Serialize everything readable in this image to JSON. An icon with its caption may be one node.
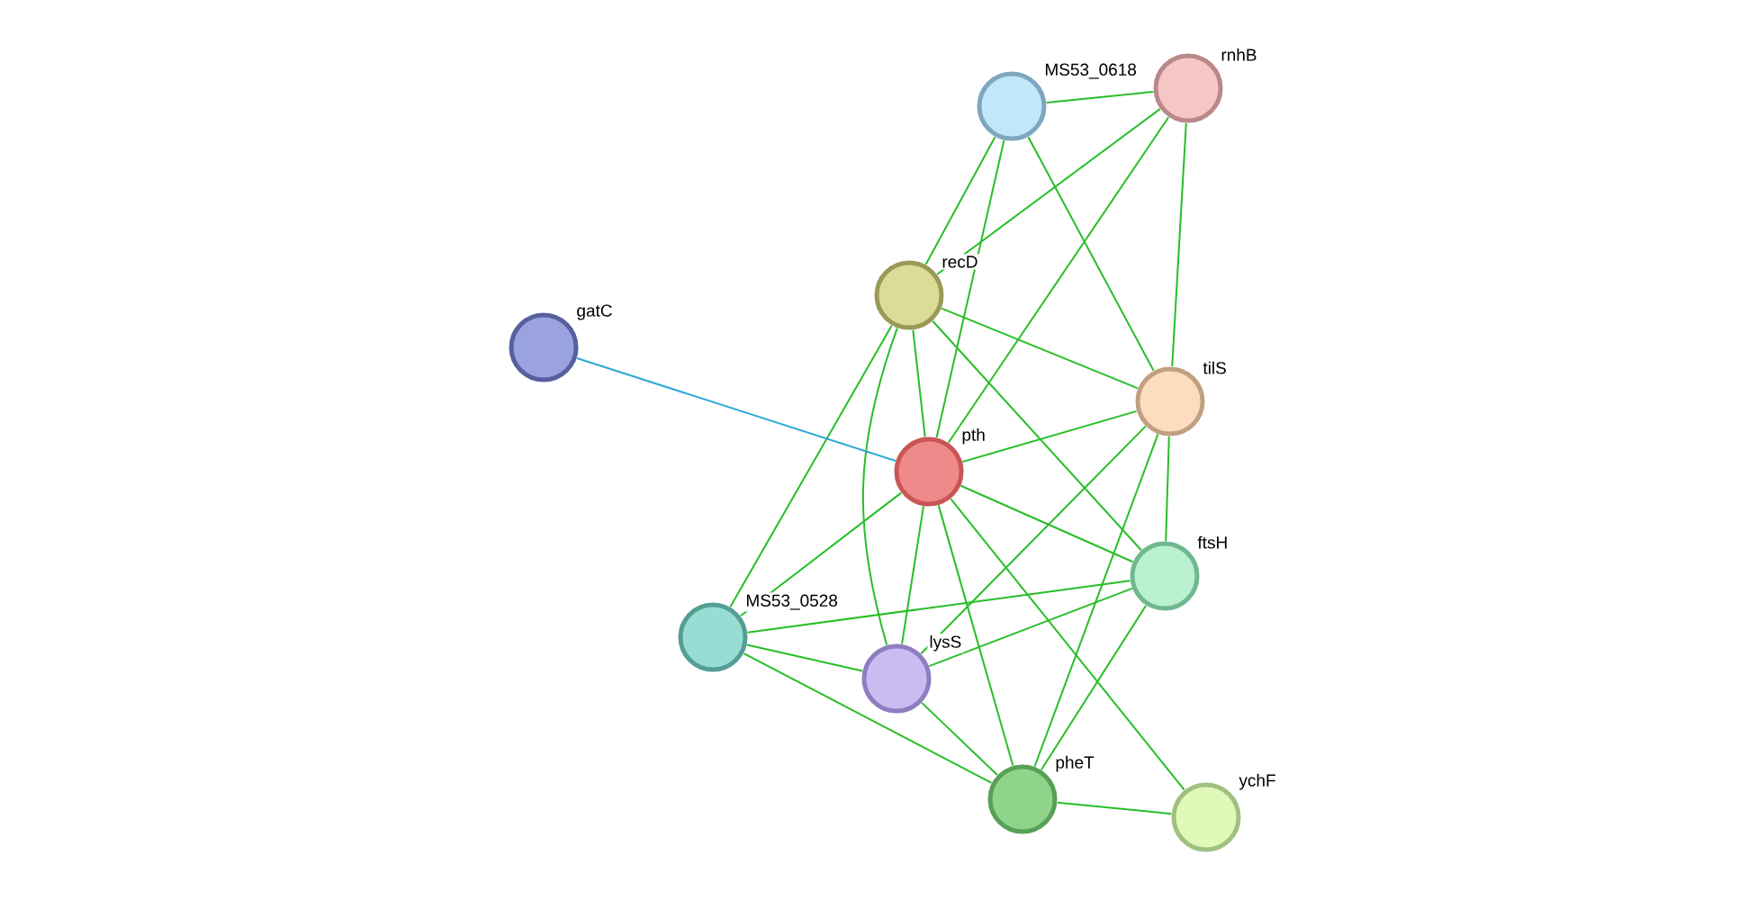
{
  "diagram": {
    "nodes": [
      {
        "text": [],
        "shape": "circle",
        "beside": [
          "MS53_0618"
        ]
      },
      {
        "text": [],
        "shape": "circle",
        "beside": [
          "rnhB"
        ]
      },
      {
        "text": [],
        "shape": "circle",
        "beside": [
          "recD"
        ]
      },
      {
        "text": [],
        "shape": "circle",
        "beside": [
          "gatC"
        ]
      },
      {
        "text": [],
        "shape": "circle",
        "beside": [
          "tilS"
        ]
      },
      {
        "text": [],
        "shape": "circle",
        "beside": [
          "pth"
        ]
      },
      {
        "text": [],
        "shape": "circle",
        "beside": [
          "ftsH"
        ]
      },
      {
        "text": [],
        "shape": "circle",
        "beside": [
          "MS53_0528"
        ]
      },
      {
        "text": [],
        "shape": "circle",
        "beside": [
          "lysS"
        ]
      },
      {
        "text": [],
        "shape": "circle",
        "beside": [
          "pheT"
        ]
      },
      {
        "text": [],
        "shape": "circle",
        "beside": [
          "ychF"
        ]
      }
    ],
    "edges": [
      {
        "from": 0,
        "to": 1,
        "arrow": "none"
      },
      {
        "from": 0,
        "to": 2,
        "arrow": "none"
      },
      {
        "from": 0,
        "to": 5,
        "arrow": "none"
      },
      {
        "from": 0,
        "to": 4,
        "arrow": "none"
      },
      {
        "from": 1,
        "to": 2,
        "arrow": "none"
      },
      {
        "from": 1,
        "to": 5,
        "arrow": "none"
      },
      {
        "from": 1,
        "to": 4,
        "arrow": "none"
      },
      {
        "from": 2,
        "to": 4,
        "arrow": "none"
      },
      {
        "from": 2,
        "to": 5,
        "arrow": "none"
      },
      {
        "from": 2,
        "to": 6,
        "arrow": "none"
      },
      {
        "from": 2,
        "to": 7,
        "arrow": "none"
      },
      {
        "from": 2,
        "to": 8,
        "arrow": "none"
      },
      {
        "from": 3,
        "to": 5,
        "arrow": "none",
        "color": "#2aa8d8"
      },
      {
        "from": 4,
        "to": 5,
        "arrow": "none"
      },
      {
        "from": 4,
        "to": 8,
        "arrow": "none"
      },
      {
        "from": 4,
        "to": 9,
        "arrow": "none"
      },
      {
        "from": 4,
        "to": 6,
        "arrow": "none"
      },
      {
        "from": 5,
        "to": 6,
        "arrow": "none"
      },
      {
        "from": 5,
        "to": 7,
        "arrow": "none"
      },
      {
        "from": 5,
        "to": 8,
        "arrow": "none"
      },
      {
        "from": 5,
        "to": 9,
        "arrow": "none"
      },
      {
        "from": 5,
        "to": 10,
        "arrow": "none"
      },
      {
        "from": 6,
        "to": 7,
        "arrow": "none"
      },
      {
        "from": 6,
        "to": 8,
        "arrow": "none"
      },
      {
        "from": 6,
        "to": 9,
        "arrow": "none"
      },
      {
        "from": 7,
        "to": 8,
        "arrow": "none"
      },
      {
        "from": 7,
        "to": 9,
        "arrow": "none"
      },
      {
        "from": 8,
        "to": 9,
        "arrow": "none"
      },
      {
        "from": 9,
        "to": 10,
        "arrow": "none"
      }
    ]
  }
}
